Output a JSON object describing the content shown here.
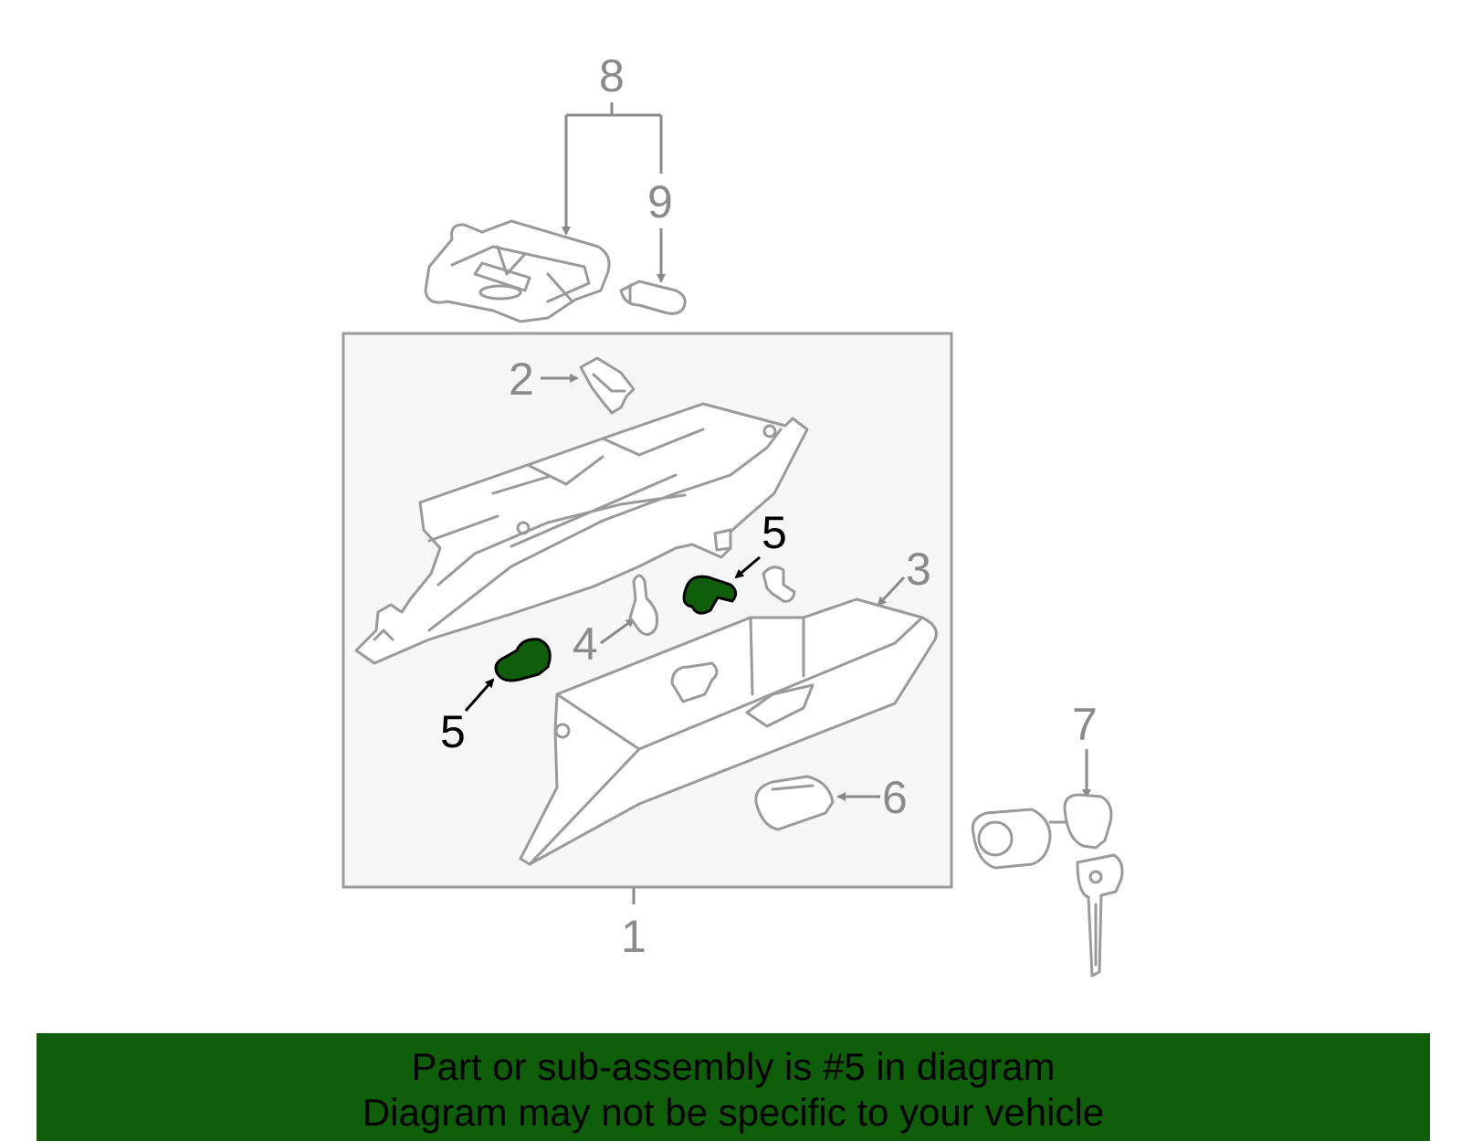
{
  "diagram": {
    "callouts": {
      "c1": "1",
      "c2": "2",
      "c3": "3",
      "c4": "4",
      "c5a": "5",
      "c5b": "5",
      "c6": "6",
      "c7": "7",
      "c8": "8",
      "c9": "9"
    },
    "highlight_part": "5",
    "colors": {
      "highlight": "#0f5f0a",
      "line": "#9a9a9a",
      "box_fill": "#f7f7f7"
    }
  },
  "banner": {
    "line1": "Part or sub-assembly is #5 in diagram",
    "line2": "Diagram may not be specific to your vehicle",
    "background": "#0f5f0a"
  }
}
